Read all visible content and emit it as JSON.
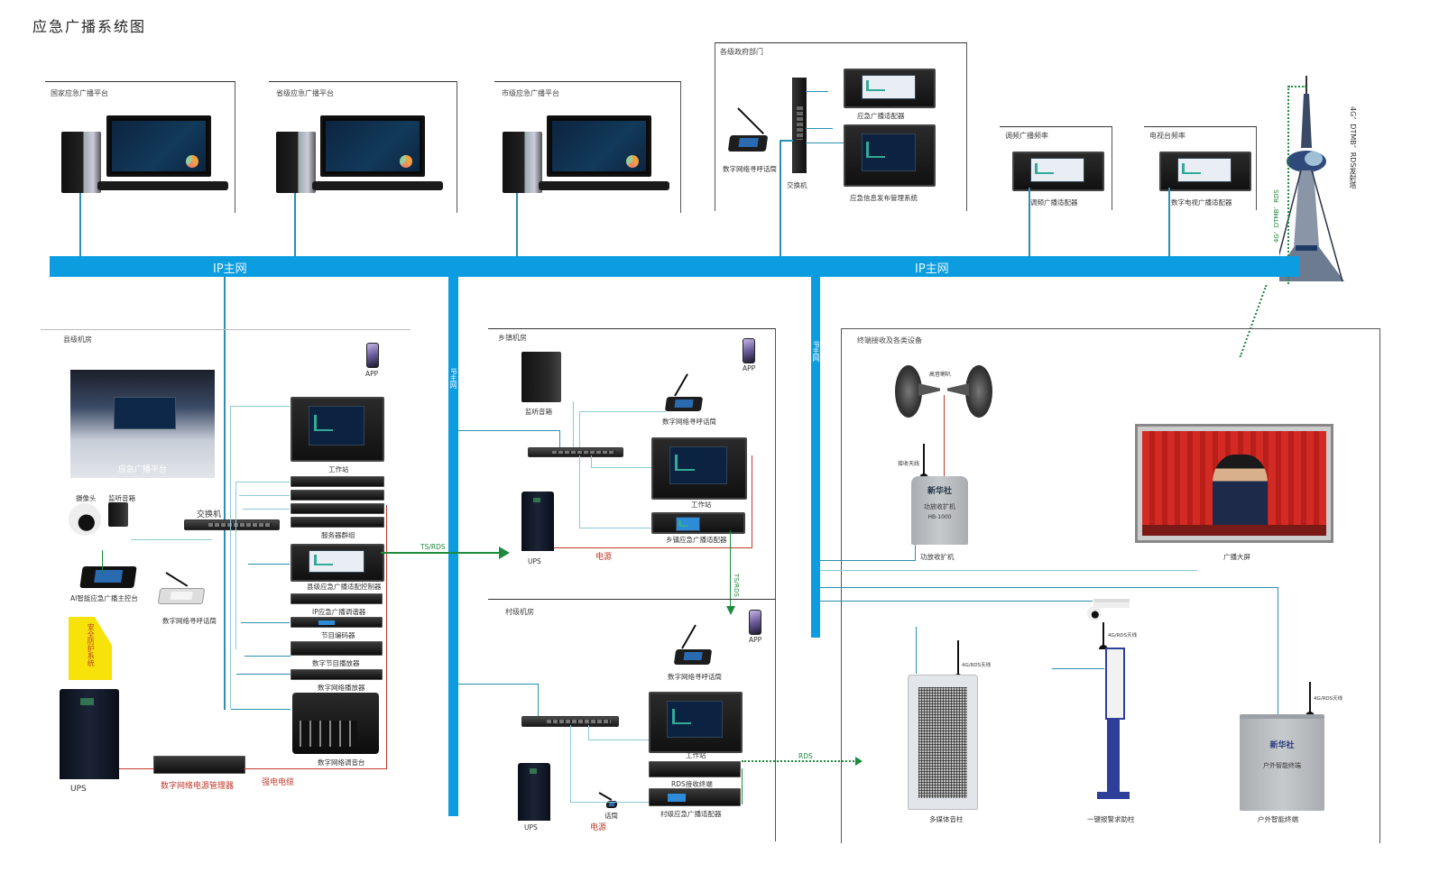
{
  "title": "应急广播系统图",
  "bus": {
    "main_label_left": "IP主网",
    "main_label_right": "IP主网",
    "vertical_label_1": "IP主网",
    "vertical_label_2": "IP主网"
  },
  "top_panels": {
    "national": {
      "label": "国家应急广播平台"
    },
    "province": {
      "label": "省级应急广播平台"
    },
    "city": {
      "label": "市级应急广播平台"
    },
    "departments": {
      "label": "各级政府部门",
      "mic_label": "数字网络寻呼话筒",
      "switch_label": "交换机",
      "device1_label": "应急广播适配器",
      "device2_label": "应急信息发布管理系统"
    },
    "fm": {
      "label": "调频广播频率",
      "device_label": "调频广播适配器"
    },
    "tv": {
      "label": "电视台频率",
      "device_label": "数字电视广播适配器"
    }
  },
  "tower": {
    "label": "4G、DTMB、RDS发射塔",
    "link_label": "4G、DTMB、RDS"
  },
  "county": {
    "label": "县级机房",
    "hall_caption": "应急广播平台",
    "app_label": "APP",
    "workstation_label": "工作站",
    "servers_label": "服务器群组",
    "switch_label": "交换机",
    "camera_label": "摄像头",
    "speaker_label": "监听音箱",
    "mic1_label": "AI智能应急广播主控台",
    "mic2_label": "数字网络寻呼话筒",
    "doc_label": "安全防护系统",
    "controller_label": "县级应急广播适配控制器",
    "tuner_label": "IP应急广播调谐器",
    "encoder_label": "节目编码器",
    "dvd_label": "数字节目播放器",
    "audio_label": "数字网络播放器",
    "console_label": "数字网络调音台",
    "ups_label": "UPS",
    "power_manager_label": "数字网络电源管理器",
    "power_line_label": "强电电缆",
    "link_label": "TS/RDS"
  },
  "township": {
    "label": "乡镇机房",
    "app_label": "APP",
    "speaker_label": "监听音箱",
    "mic_label": "数字网络寻呼话筒",
    "workstation_label": "工作站",
    "adapter_label": "乡镇应急广播适配器",
    "ups_label": "UPS",
    "power_label": "电源",
    "link_label": "TS/RDS"
  },
  "village": {
    "label": "村级机房",
    "app_label": "APP",
    "mic_label": "数字网络寻呼话筒",
    "workstation_label": "工作站",
    "receiver_label": "RDS接收终端",
    "adapter_label": "村级应急广播适配器",
    "small_mic_label": "话筒",
    "ups_label": "UPS",
    "power_label": "电源",
    "link_label": "RDS"
  },
  "terminals": {
    "label": "终端接收及各类设备",
    "horn_label": "高音喇叭",
    "antenna_label": "接收天线",
    "amp_label": "功放收扩机",
    "amp_brand": "新华社",
    "amp_text": "功放收扩机",
    "amp_model": "HB-1000",
    "tv_label": "广播大屏",
    "column_label": "多媒体音柱",
    "column_antenna_label": "4G/RDS天线",
    "pole_label": "一键报警求助柱",
    "pole_antenna_label": "4G/RDS天线",
    "box_label": "户外智能终端",
    "box_brand": "新华社",
    "box_text": "户外智能终端",
    "box_antenna_label": "4G/RDS天线"
  },
  "colors": {
    "bus": "#0c9de0",
    "wire": "#2a8fb0",
    "power": "#c0392b",
    "rds": "#1e8a3c"
  }
}
